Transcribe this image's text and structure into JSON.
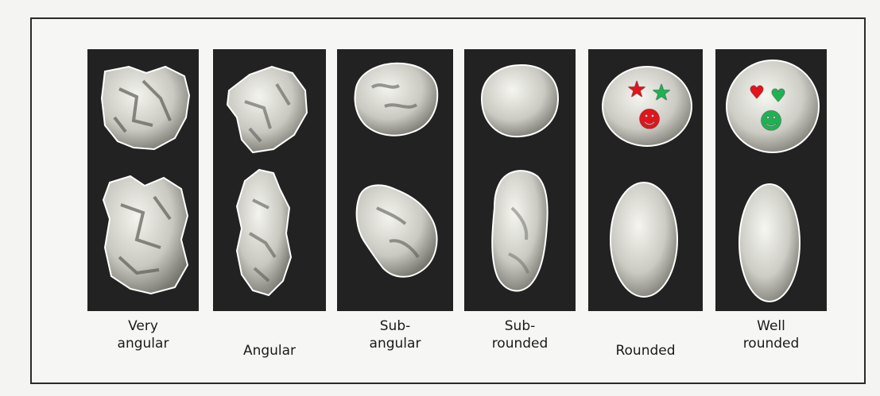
{
  "figure": {
    "grains": [
      {
        "key": "very-angular",
        "caption_lines": [
          "Very",
          "angular"
        ]
      },
      {
        "key": "angular",
        "caption_lines": [
          "Angular"
        ]
      },
      {
        "key": "sub-angular",
        "caption_lines": [
          "Sub-",
          "angular"
        ]
      },
      {
        "key": "sub-rounded",
        "caption_lines": [
          "Sub-",
          "rounded"
        ]
      },
      {
        "key": "rounded",
        "caption_lines": [
          "Rounded"
        ]
      },
      {
        "key": "well-rounded",
        "caption_lines": [
          "Well",
          "rounded"
        ]
      }
    ]
  },
  "markers": {
    "rounded": [
      {
        "icon": "star-icon",
        "glyph": "★",
        "color": "#e3141b"
      },
      {
        "icon": "star-icon",
        "glyph": "★",
        "color": "#1db352"
      },
      {
        "icon": "smiley-icon",
        "glyph": "☻",
        "color": "#e3141b"
      }
    ],
    "well_rounded": [
      {
        "icon": "heart-icon",
        "glyph": "♥",
        "color": "#e3141b"
      },
      {
        "icon": "heart-icon",
        "glyph": "♥",
        "color": "#1db352"
      },
      {
        "icon": "smiley-icon",
        "glyph": "☻",
        "color": "#1db352"
      }
    ]
  },
  "colors": {
    "panel_background": "#222222",
    "grain_light": "#efefea",
    "grain_shadow": "#6e6e68",
    "frame_border": "#2a2a2a"
  }
}
